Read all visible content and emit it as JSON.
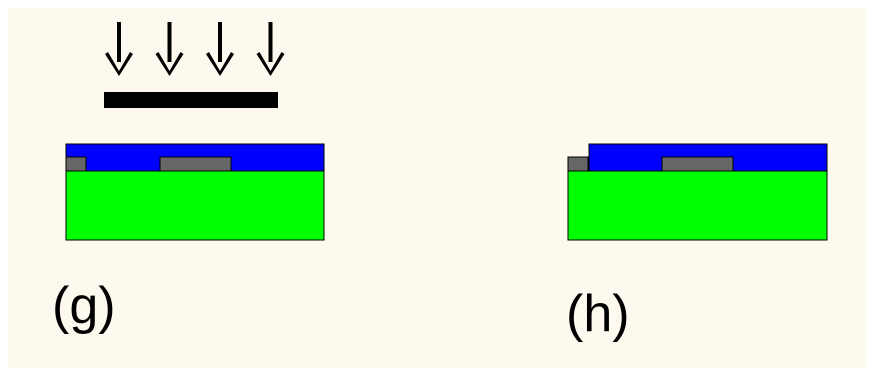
{
  "colors": {
    "page_background": "#ffffff",
    "panel_background": "#fdf9ee",
    "substrate": "#00ff00",
    "photoresist": "#0000ff",
    "metal": "#666666",
    "mask": "#000000",
    "outline": "#000000"
  },
  "panels": [
    {
      "id": "g",
      "label": "(g)",
      "exposure_arrow_count": 4,
      "has_mask": true,
      "resist": "full"
    },
    {
      "id": "h",
      "label": "(h)",
      "exposure_arrow_count": 0,
      "has_mask": false,
      "resist": "partial"
    }
  ],
  "icons": {
    "exposure_arrow": "down-arrow-icon"
  }
}
